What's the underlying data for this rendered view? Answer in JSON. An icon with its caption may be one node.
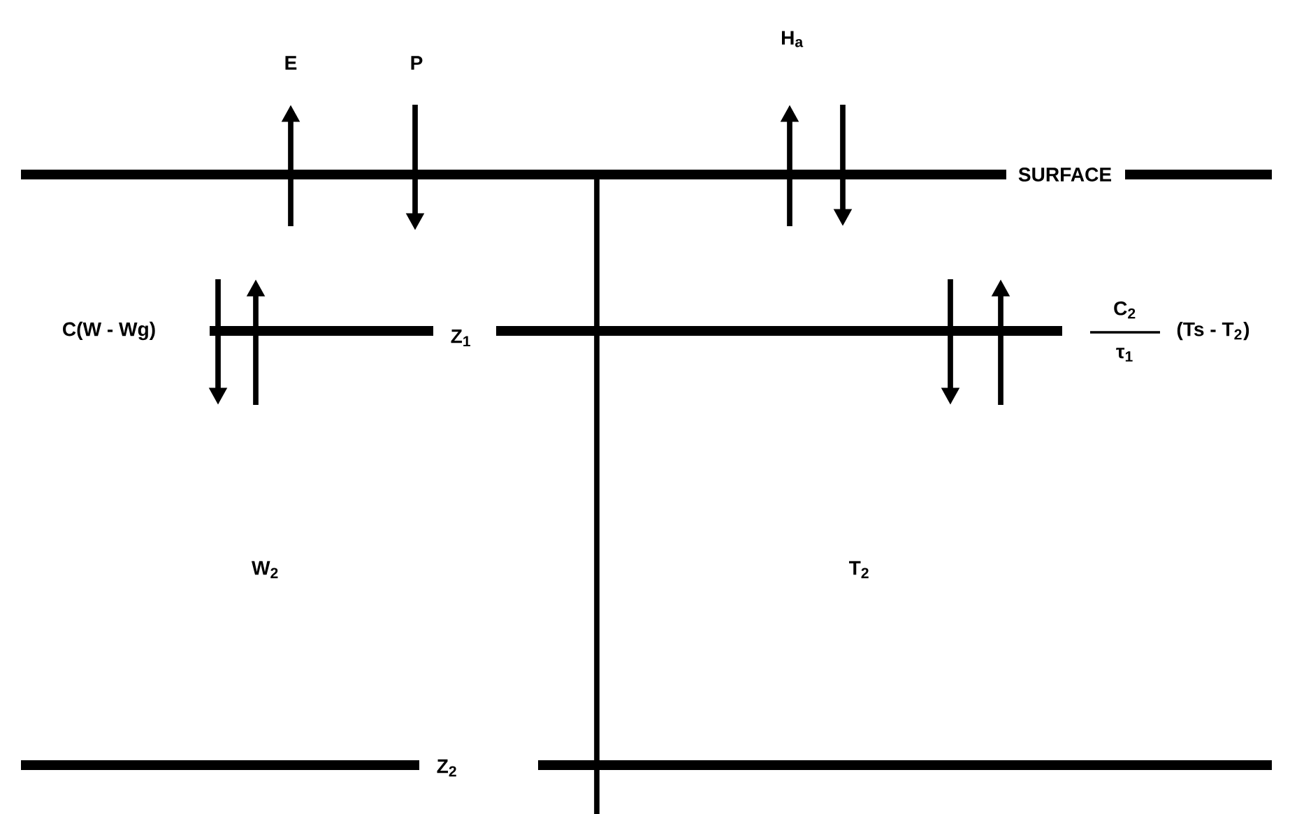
{
  "diagram": {
    "labels": [
      "E",
      "P",
      "H$_{a}$",
      "SURFACE",
      "C(W - Wg)",
      "Z$_{1}$",
      "C$_{2}$",
      "τ$_{1}$",
      "(Ts - T$_{2}$)",
      "W$_{2}$",
      "T$_{2}$",
      "Z$_{2}$"
    ]
  }
}
